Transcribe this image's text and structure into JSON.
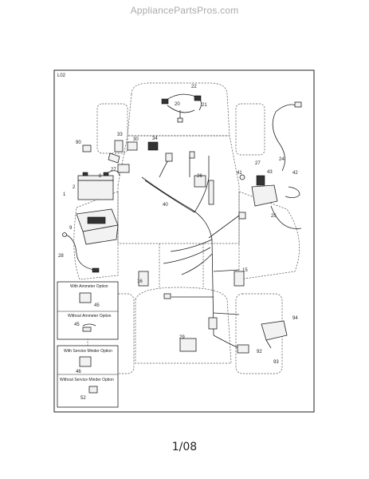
{
  "header": {
    "site": "AppliancePartsPros.com"
  },
  "diagram": {
    "code": "L02",
    "callouts": [
      "22",
      "20",
      "21",
      "33",
      "30",
      "34",
      "90",
      "27",
      "8",
      "2",
      "1",
      "9",
      "26",
      "40",
      "41",
      "27",
      "43",
      "42",
      "25",
      "24",
      "28",
      "16",
      "15",
      "29",
      "94",
      "92",
      "93"
    ],
    "legend": {
      "ammeter_with": "With Ammeter Option",
      "ammeter_with_part": "45",
      "ammeter_without": "Without Ammeter Option",
      "ammeter_without_part": "45",
      "minder_with": "With Service Minder Option",
      "minder_with_part": "46",
      "minder_without": "Without Service Minder Option",
      "minder_without_part": "52"
    }
  },
  "footer": {
    "page": "1/08"
  }
}
